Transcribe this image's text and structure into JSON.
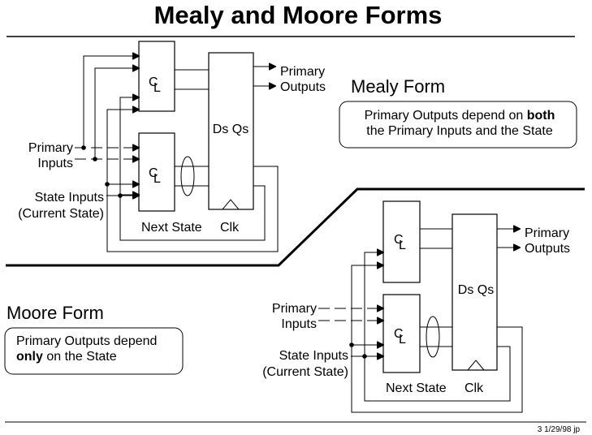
{
  "title": "Mealy and Moore Forms",
  "footer": "3  1/29/98  jp",
  "mealy": {
    "heading": "Mealy Form",
    "note_line1_pre": "Primary Outputs depend on ",
    "note_line1_bold": "both",
    "note_line2": "the Primary Inputs and the State",
    "cl_c": "C",
    "cl_l": "L",
    "register_label": "Ds  Qs",
    "primary_outputs_1": "Primary",
    "primary_outputs_2": "Outputs",
    "primary_inputs_1": "Primary",
    "primary_inputs_2": "Inputs",
    "state_inputs_1": "State Inputs",
    "state_inputs_2": "(Current State)",
    "next_state": "Next State",
    "clk": "Clk"
  },
  "moore": {
    "heading": "Moore Form",
    "note_line1": "Primary Outputs depend",
    "note_line2_bold": "only",
    "note_line2_post": " on the State",
    "cl_c": "C",
    "cl_l": "L",
    "register_label": "Ds  Qs",
    "primary_outputs_1": "Primary",
    "primary_outputs_2": "Outputs",
    "primary_inputs_1": "Primary",
    "primary_inputs_2": "Inputs",
    "state_inputs_1": "State Inputs",
    "state_inputs_2": "(Current State)",
    "next_state": "Next State",
    "clk": "Clk"
  }
}
